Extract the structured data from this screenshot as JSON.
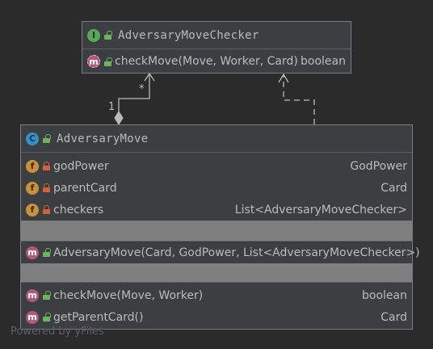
{
  "interface": {
    "badge": "I",
    "name": "AdversaryMoveChecker",
    "methods": [
      {
        "badge": "m",
        "name": "checkMove(Move, Worker, Card)",
        "type": "boolean"
      }
    ]
  },
  "class": {
    "badge": "C",
    "name": "AdversaryMove",
    "fields": [
      {
        "badge": "f",
        "name": "godPower",
        "type": "GodPower"
      },
      {
        "badge": "f",
        "name": "parentCard",
        "type": "Card"
      },
      {
        "badge": "f",
        "name": "checkers",
        "type": "List<AdversaryMoveChecker>"
      }
    ],
    "constructors": [
      {
        "badge": "m",
        "name": "AdversaryMove(Card, GodPower, List<AdversaryMoveChecker>)"
      }
    ],
    "methods": [
      {
        "badge": "m",
        "name": "checkMove(Move, Worker)",
        "type": "boolean"
      },
      {
        "badge": "m",
        "name": "getParentCard()",
        "type": "Card"
      }
    ]
  },
  "relations": {
    "aggregation_multiplicity_source": "1",
    "aggregation_multiplicity_target": "*"
  },
  "watermark": "Powered by yFiles"
}
